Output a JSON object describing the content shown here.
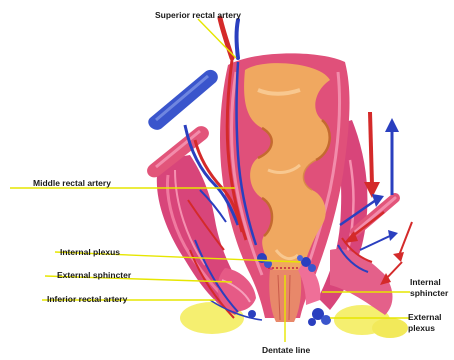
{
  "labels": {
    "superior_rectal_artery": "Superior rectal artery",
    "middle_rectal_artery": "Middle rectal artery",
    "internal_plexus": "Internal plexus",
    "external_sphincter": "External sphincter",
    "inferior_rectal_artery": "Inferior rectal artery",
    "dentate_line": "Dentate line",
    "internal_sphincter_1": "Internal",
    "internal_sphincter_2": "sphincter",
    "external_plexus_1": "External",
    "external_plexus_2": "plexus"
  },
  "colors": {
    "leader": "#e6e600",
    "artery": "#d42a2a",
    "vein": "#2a3fbf",
    "muscle": "#e0507a",
    "lumen": "#f0a860",
    "fat": "#f5ef70"
  }
}
